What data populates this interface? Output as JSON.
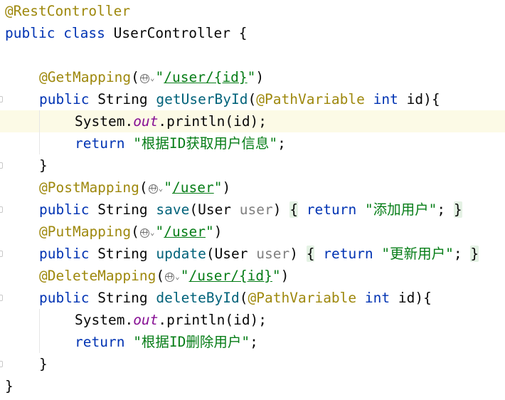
{
  "editor": {
    "lines": [
      {
        "tokens": [
          {
            "t": "ann",
            "v": "@RestController"
          }
        ]
      },
      {
        "tokens": [
          {
            "t": "kw",
            "v": "public "
          },
          {
            "t": "kw",
            "v": "class "
          },
          {
            "t": "plain",
            "v": "UserController {"
          }
        ]
      },
      {
        "tokens": []
      },
      {
        "tokens": [
          {
            "t": "ann",
            "v": "@GetMapping"
          },
          {
            "t": "plain",
            "v": "("
          },
          {
            "t": "globe"
          },
          {
            "t": "str",
            "v": "\""
          },
          {
            "t": "strurl",
            "v": "/user/{id}"
          },
          {
            "t": "str",
            "v": "\""
          },
          {
            "t": "plain",
            "v": ")"
          }
        ]
      },
      {
        "tokens": [
          {
            "t": "kw",
            "v": "public "
          },
          {
            "t": "plain",
            "v": "String "
          },
          {
            "t": "fn",
            "v": "getUserById"
          },
          {
            "t": "plain",
            "v": "("
          },
          {
            "t": "ann",
            "v": "@PathVariable "
          },
          {
            "t": "kw",
            "v": "int "
          },
          {
            "t": "plain",
            "v": "id){"
          }
        ]
      },
      {
        "tokens": [
          {
            "t": "plain",
            "v": "System."
          },
          {
            "t": "field",
            "v": "out"
          },
          {
            "t": "plain",
            "v": ".println(id);"
          }
        ]
      },
      {
        "tokens": [
          {
            "t": "kw",
            "v": "return "
          },
          {
            "t": "str",
            "v": "\"根据ID获取用户信息\""
          },
          {
            "t": "plain",
            "v": ";"
          }
        ]
      },
      {
        "tokens": [
          {
            "t": "plain",
            "v": "}"
          }
        ]
      },
      {
        "tokens": [
          {
            "t": "ann",
            "v": "@PostMapping"
          },
          {
            "t": "plain",
            "v": "("
          },
          {
            "t": "globe"
          },
          {
            "t": "str",
            "v": "\""
          },
          {
            "t": "strurl",
            "v": "/user"
          },
          {
            "t": "str",
            "v": "\""
          },
          {
            "t": "plain",
            "v": ")"
          }
        ]
      },
      {
        "tokens": [
          {
            "t": "kw",
            "v": "public "
          },
          {
            "t": "plain",
            "v": "String "
          },
          {
            "t": "fn",
            "v": "save"
          },
          {
            "t": "plain",
            "v": "(User "
          },
          {
            "t": "gray",
            "v": "user"
          },
          {
            "t": "plain",
            "v": ") "
          },
          {
            "t": "bracehl",
            "v": "{"
          },
          {
            "t": "plain",
            "v": " "
          },
          {
            "t": "kw",
            "v": "return "
          },
          {
            "t": "str",
            "v": "\"添加用户\""
          },
          {
            "t": "plain",
            "v": "; "
          },
          {
            "t": "bracehl",
            "v": "}"
          }
        ]
      },
      {
        "tokens": [
          {
            "t": "ann",
            "v": "@PutMapping"
          },
          {
            "t": "plain",
            "v": "("
          },
          {
            "t": "globe"
          },
          {
            "t": "str",
            "v": "\""
          },
          {
            "t": "strurl",
            "v": "/user"
          },
          {
            "t": "str",
            "v": "\""
          },
          {
            "t": "plain",
            "v": ")"
          }
        ]
      },
      {
        "tokens": [
          {
            "t": "kw",
            "v": "public "
          },
          {
            "t": "plain",
            "v": "String "
          },
          {
            "t": "fn",
            "v": "update"
          },
          {
            "t": "plain",
            "v": "(User "
          },
          {
            "t": "gray",
            "v": "user"
          },
          {
            "t": "plain",
            "v": ") "
          },
          {
            "t": "bracehl",
            "v": "{"
          },
          {
            "t": "plain",
            "v": " "
          },
          {
            "t": "kw",
            "v": "return "
          },
          {
            "t": "str",
            "v": "\"更新用户\""
          },
          {
            "t": "plain",
            "v": "; "
          },
          {
            "t": "bracehl",
            "v": "}"
          }
        ]
      },
      {
        "tokens": [
          {
            "t": "ann",
            "v": "@DeleteMapping"
          },
          {
            "t": "plain",
            "v": "("
          },
          {
            "t": "globe"
          },
          {
            "t": "str",
            "v": "\""
          },
          {
            "t": "strurl",
            "v": "/user/{id}"
          },
          {
            "t": "str",
            "v": "\""
          },
          {
            "t": "plain",
            "v": ")"
          }
        ]
      },
      {
        "tokens": [
          {
            "t": "kw",
            "v": "public "
          },
          {
            "t": "plain",
            "v": "String "
          },
          {
            "t": "fn",
            "v": "deleteById"
          },
          {
            "t": "plain",
            "v": "("
          },
          {
            "t": "ann",
            "v": "@PathVariable "
          },
          {
            "t": "kw",
            "v": "int "
          },
          {
            "t": "plain",
            "v": "id){"
          }
        ]
      },
      {
        "tokens": [
          {
            "t": "plain",
            "v": "System."
          },
          {
            "t": "field",
            "v": "out"
          },
          {
            "t": "plain",
            "v": ".println(id);"
          }
        ]
      },
      {
        "tokens": [
          {
            "t": "kw",
            "v": "return "
          },
          {
            "t": "str",
            "v": "\"根据ID删除用户\""
          },
          {
            "t": "plain",
            "v": ";"
          }
        ]
      },
      {
        "tokens": [
          {
            "t": "plain",
            "v": "}"
          }
        ]
      },
      {
        "tokens": [
          {
            "t": "plain",
            "v": "}"
          }
        ]
      }
    ]
  },
  "colors": {
    "annotation": "#9e880d",
    "keyword": "#0033b3",
    "string": "#067d17",
    "method": "#00627a",
    "static_field": "#871094",
    "unused_param": "#808080",
    "current_line": "#fcfae6",
    "brace_highlight": "#e4f2e4"
  },
  "icons": {
    "url_inlay": "globe-icon",
    "inlay_dropdown": "chevron-down-icon"
  }
}
